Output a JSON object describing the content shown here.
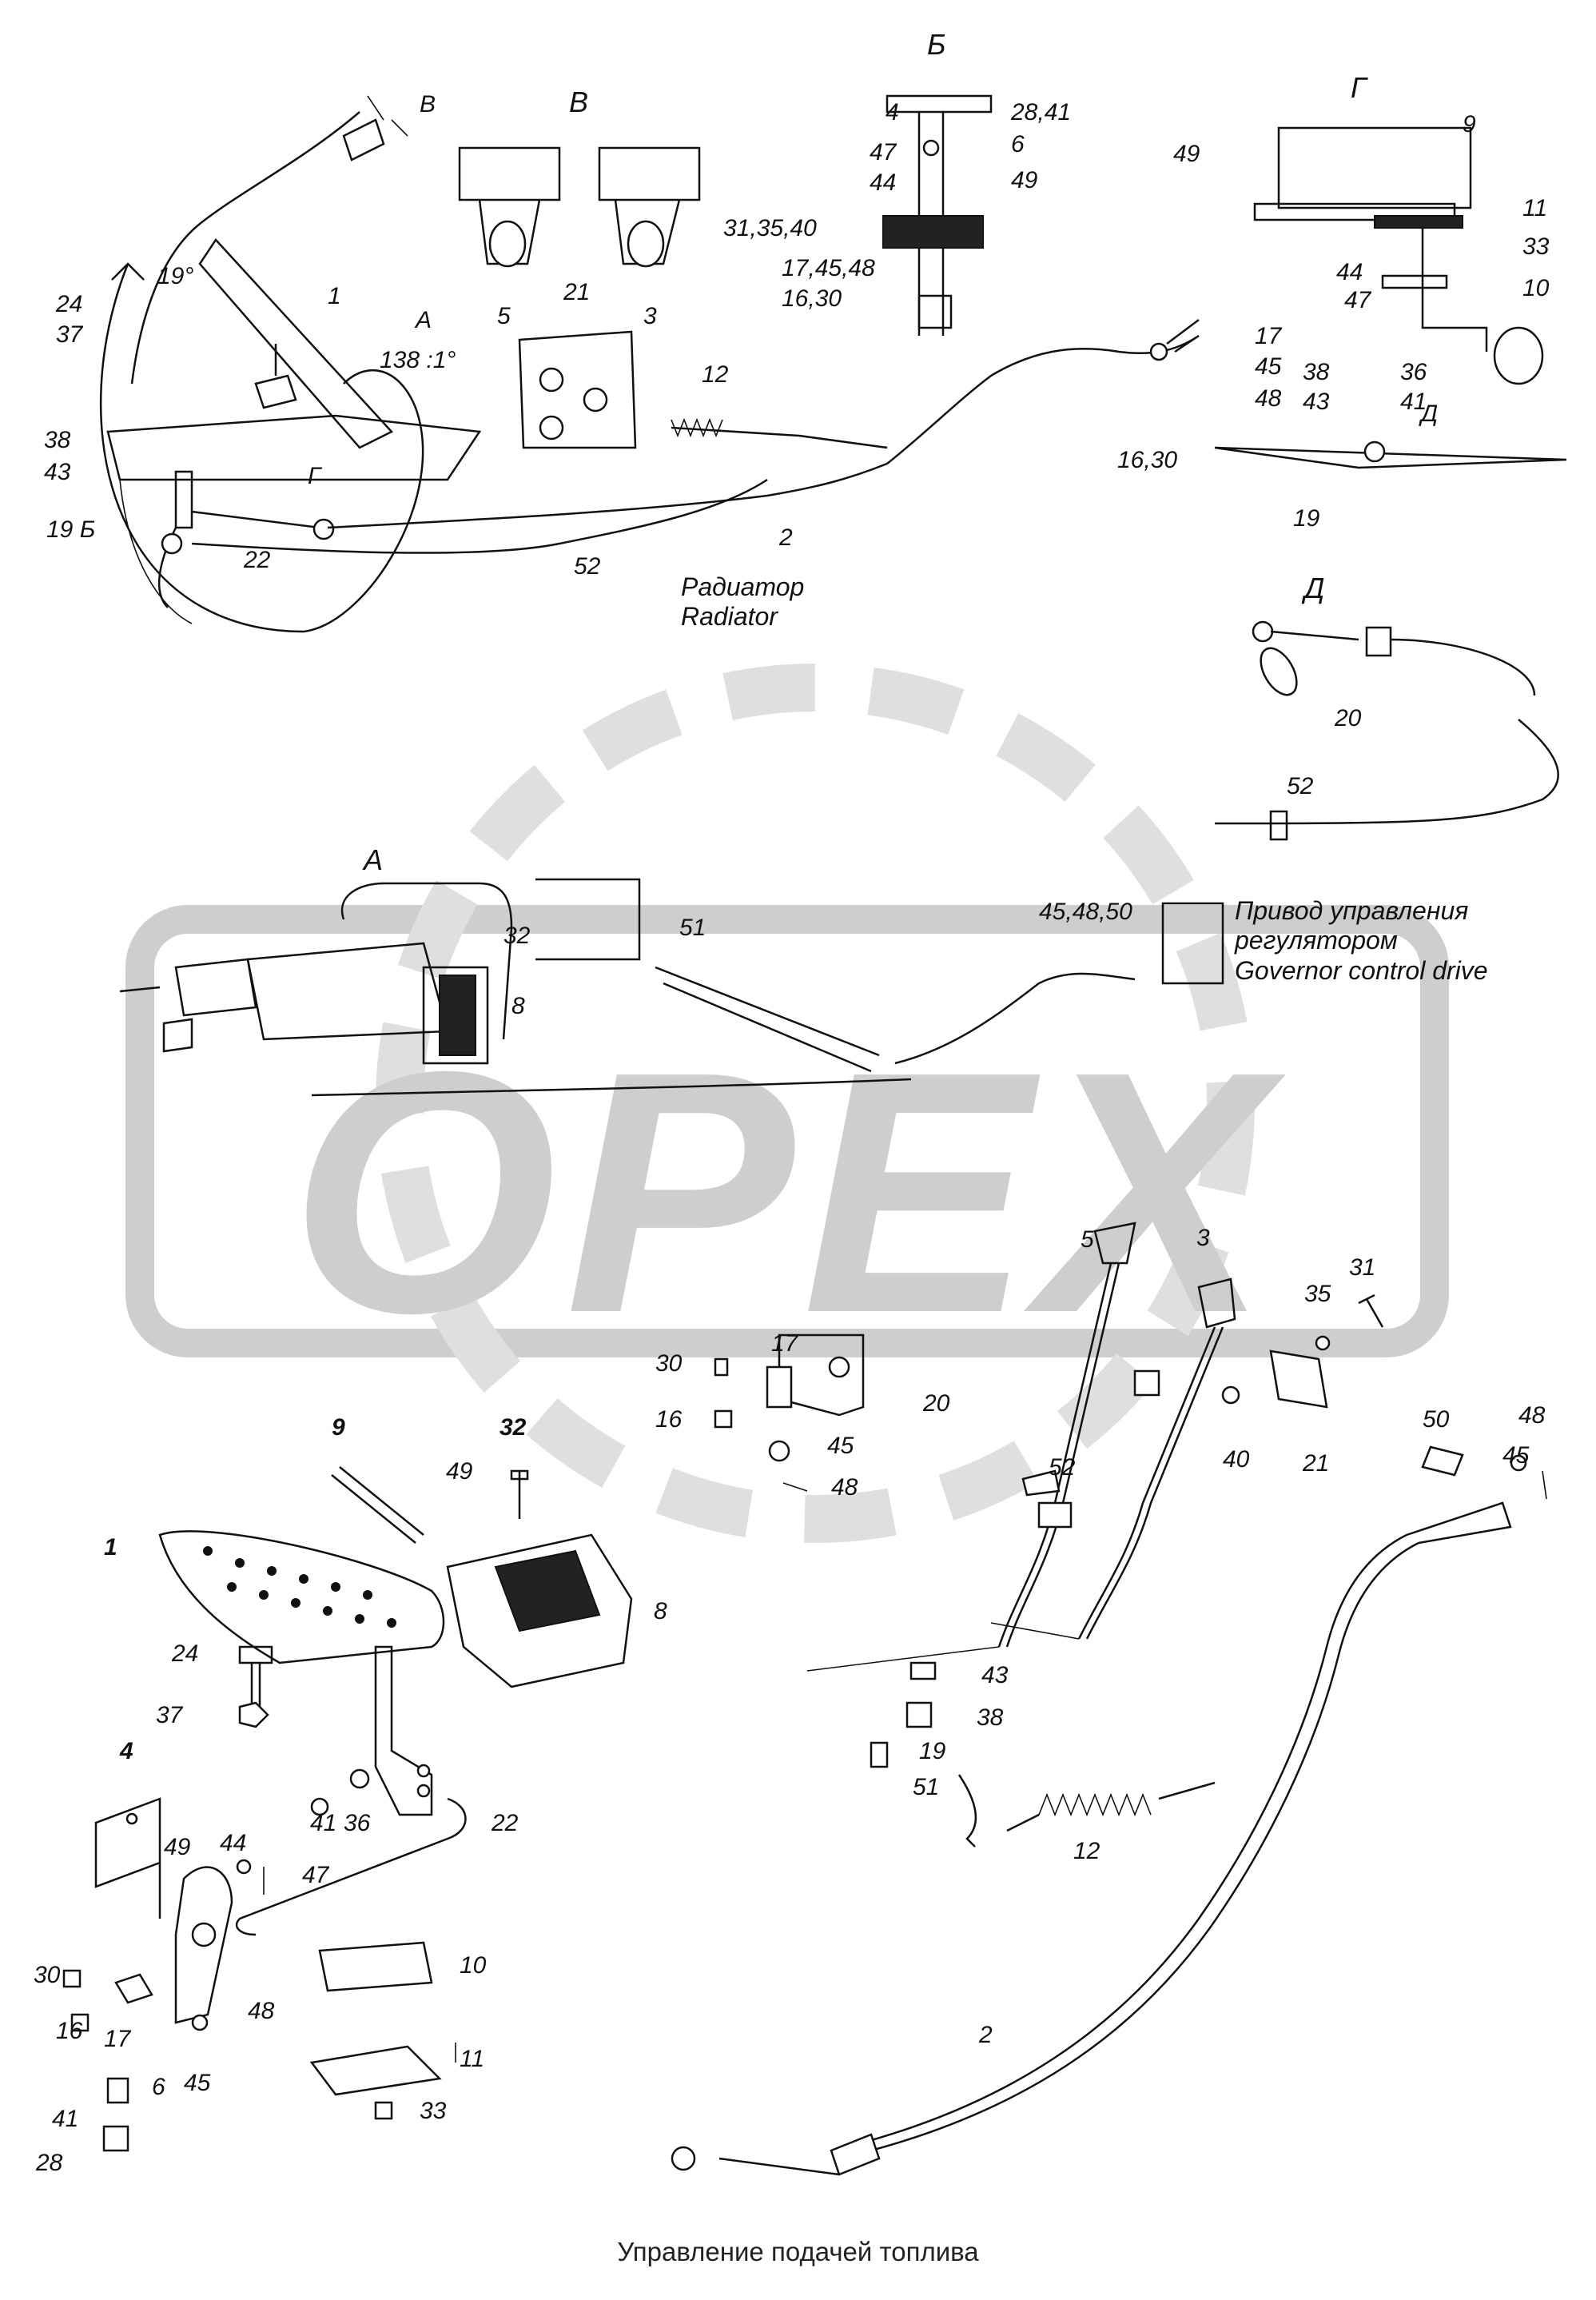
{
  "watermark": {
    "text": "OPEX",
    "color": "#c9c9c9"
  },
  "caption": "Управление подачей топлива",
  "views": {
    "A": "А",
    "B": "Б",
    "V": "В",
    "G": "Г",
    "D": "Д"
  },
  "angles": {
    "tilt": "19°",
    "ratio": "138 :1°"
  },
  "notes": {
    "radiator_ru": "Радиатор",
    "radiator_en": "Radiator",
    "governor_ru_1": "Привод управления",
    "governor_ru_2": "регулятором",
    "governor_en": "Governor control drive"
  },
  "callouts": {
    "top_left": [
      "24",
      "37",
      "1",
      "12",
      "38",
      "43",
      "19 Б",
      "22",
      "2",
      "52",
      "5",
      "3",
      "21",
      "31,35,40"
    ],
    "view_b": [
      "4",
      "47",
      "44",
      "6",
      "49",
      "28,41",
      "17,45,48",
      "16,30"
    ],
    "view_g": [
      "49",
      "9",
      "11",
      "33",
      "10",
      "44",
      "47",
      "17",
      "45",
      "48",
      "38",
      "43",
      "36",
      "41",
      "16,30",
      "19"
    ],
    "view_d": [
      "20",
      "52"
    ],
    "view_a": [
      "32",
      "8",
      "51",
      "45,48,50"
    ],
    "exploded": [
      "30",
      "17",
      "20",
      "16",
      "45",
      "48",
      "5",
      "3",
      "35",
      "31",
      "40",
      "21",
      "52",
      "50",
      "48",
      "45",
      "9",
      "32",
      "49",
      "1",
      "8",
      "24",
      "37",
      "41",
      "36",
      "22",
      "4",
      "49",
      "44",
      "47",
      "30",
      "16",
      "17",
      "6",
      "45",
      "48",
      "10",
      "11",
      "41",
      "33",
      "28",
      "43",
      "38",
      "19",
      "51",
      "12",
      "2"
    ]
  }
}
